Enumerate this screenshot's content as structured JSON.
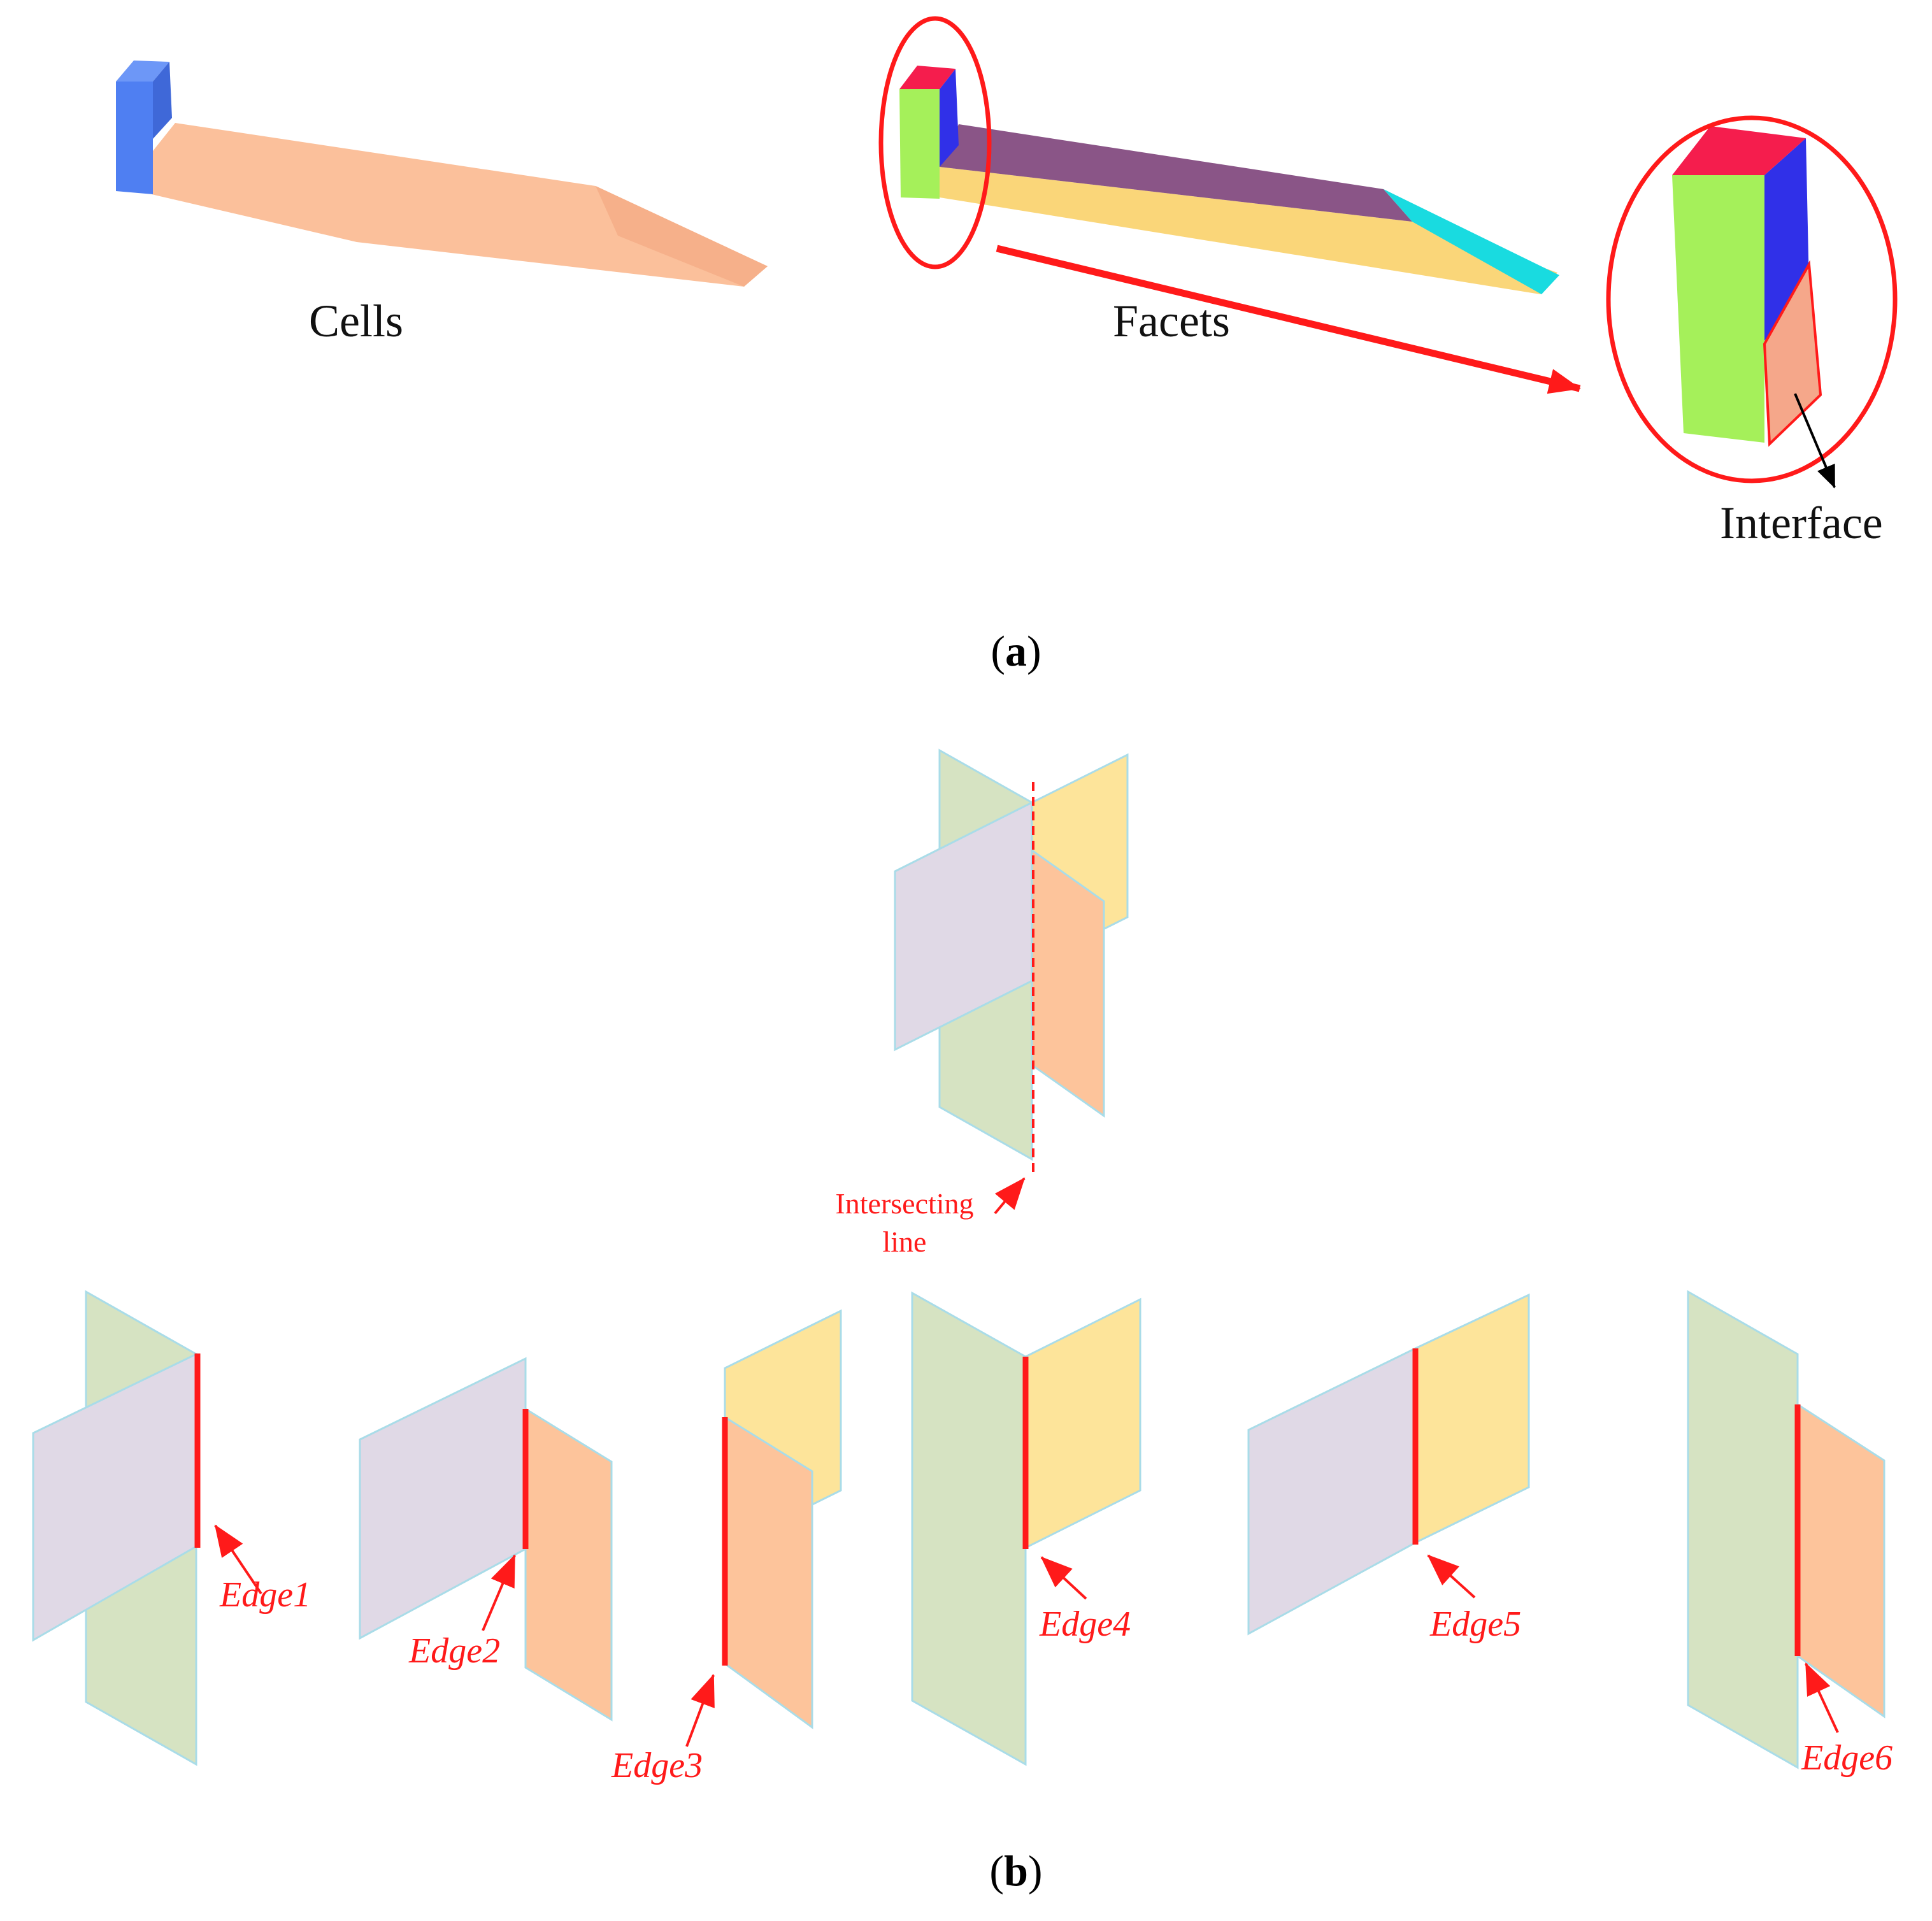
{
  "colors": {
    "cell_blue": "#4f7ff2",
    "cell_peach": "#fbc09b",
    "facet_red": "#f51d4d",
    "facet_blue": "#3030e8",
    "facet_green": "#a5f05a",
    "facet_purple": "#8a5587",
    "facet_yellow": "#fad679",
    "facet_cyan": "#19dbe0",
    "interface_fill": "#f5a78a",
    "annotation_red": "#ff1a1a",
    "plane_green": "#d6e3c2",
    "plane_yellow": "#fde49a",
    "plane_lavender": "#e0d9e6",
    "plane_orange": "#fdc49b",
    "plane_outline": "#a9dce8"
  },
  "panel_a": {
    "label_prefix": "(",
    "label_letter": "a",
    "label_suffix": ")",
    "cells_label": "Cells",
    "facets_label": "Facets",
    "interface_label": "Interface"
  },
  "panel_b": {
    "label_prefix": "(",
    "label_letter": "b",
    "label_suffix": ")",
    "intersecting_line_1": "Intersecting",
    "intersecting_line_2": "line",
    "edges": [
      "Edge1",
      "Edge2",
      "Edge3",
      "Edge4",
      "Edge5",
      "Edge6"
    ]
  }
}
